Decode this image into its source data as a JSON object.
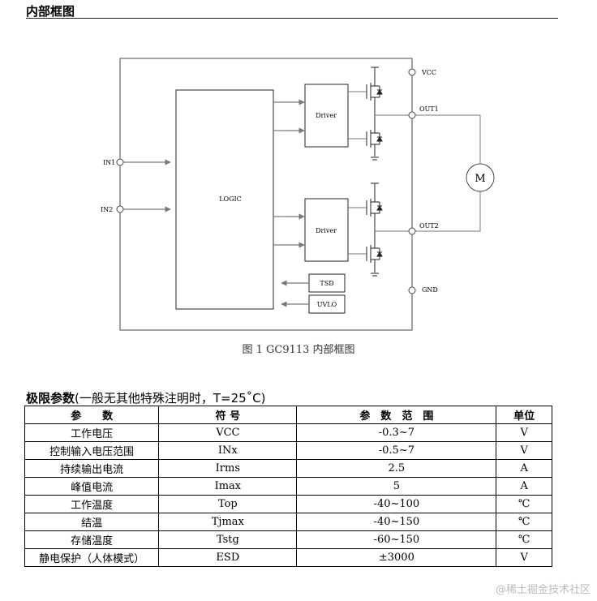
{
  "section1": {
    "title": "内部框图"
  },
  "diagram": {
    "logic_label": "LOGIC",
    "driver_top": "Driver",
    "driver_bottom": "Driver",
    "tsd_label": "TSD",
    "uvlo_label": "UVLO",
    "pins": {
      "in1": "IN1",
      "in2": "IN2",
      "vcc": "VCC",
      "out1": "OUT1",
      "out2": "OUT2",
      "gnd": "GND"
    },
    "motor_label": "M",
    "caption": "图 1 GC9113  内部框图"
  },
  "section2": {
    "title_bold": "极限参数",
    "title_rest": "(一般无其他特殊注明时，T=25˚C)"
  },
  "table": {
    "headers": [
      "参　　数",
      "符  号",
      "参　数　范　围",
      "单位"
    ],
    "rows": [
      [
        "工作电压",
        "VCC",
        "-0.3~7",
        "V"
      ],
      [
        "控制输入电压范围",
        "INx",
        "-0.5~7",
        "V"
      ],
      [
        "持续输出电流",
        "Irms",
        "2.5",
        "A"
      ],
      [
        "峰值电流",
        "Imax",
        "5",
        "A"
      ],
      [
        "工作温度",
        "Top",
        "-40~100",
        "℃"
      ],
      [
        "结温",
        "Tjmax",
        "-40~150",
        "℃"
      ],
      [
        "存储温度",
        "Tstg",
        "-60~150",
        "℃"
      ],
      [
        "静电保护（人体模式）",
        "ESD",
        "±3000",
        "V"
      ]
    ]
  },
  "watermark": "@稀土掘金技术社区"
}
